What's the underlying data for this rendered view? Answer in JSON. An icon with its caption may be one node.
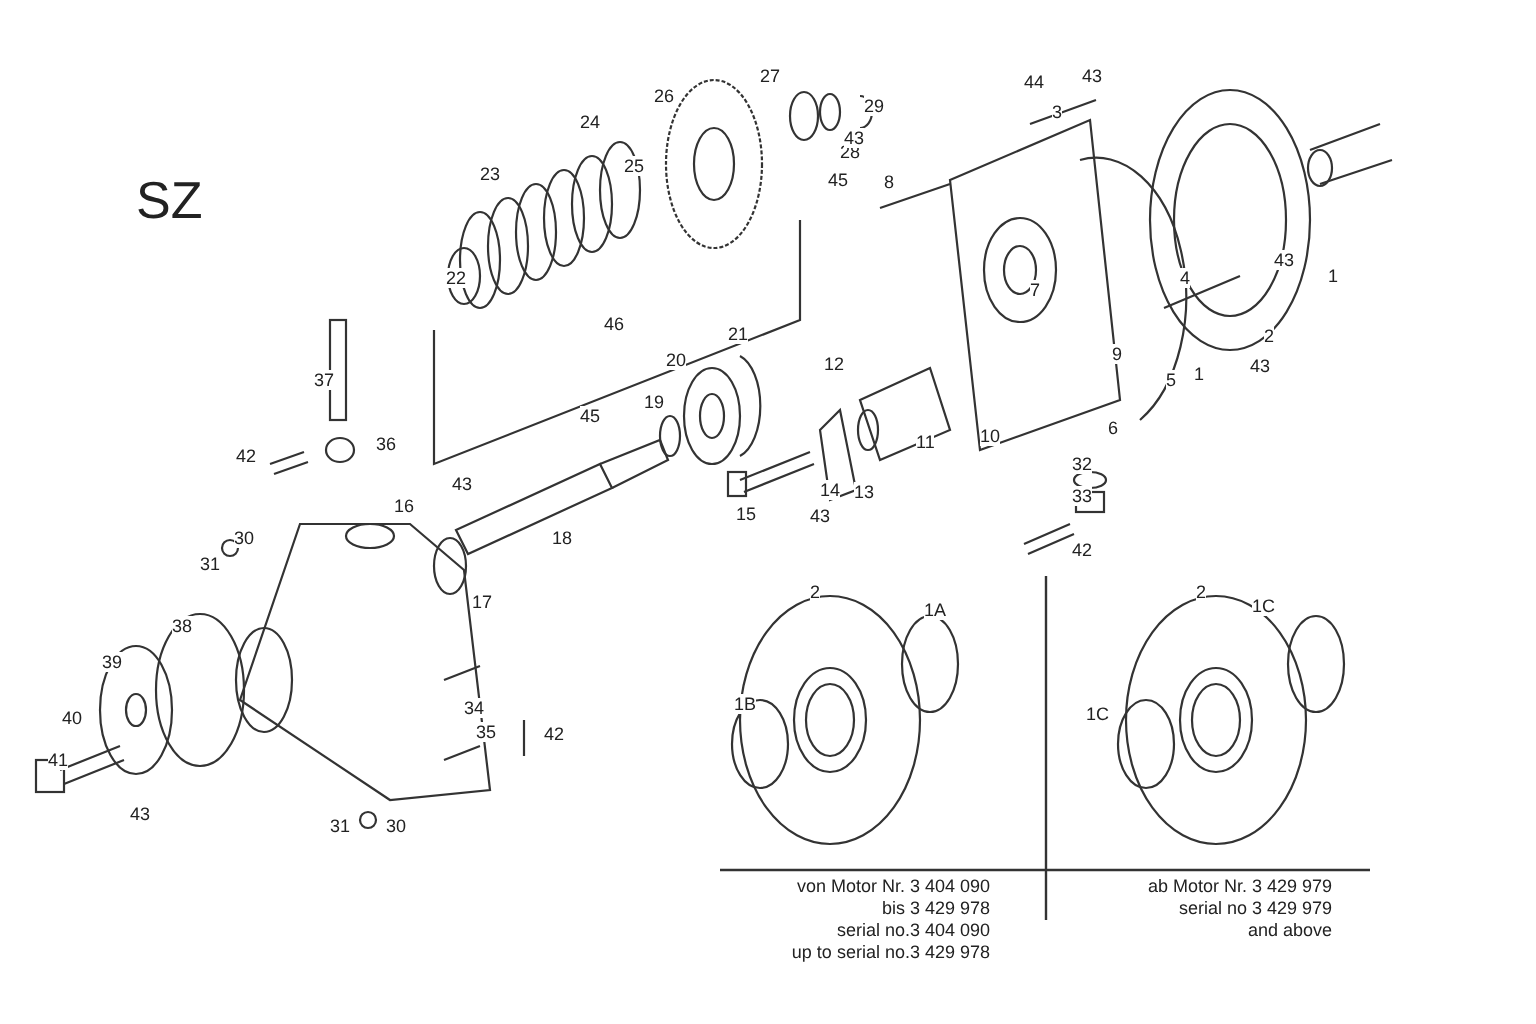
{
  "diagram": {
    "labels": [
      "SZ",
      "26",
      "27",
      "44",
      "43",
      "29",
      "24",
      "28",
      "3",
      "25",
      "43",
      "45",
      "23",
      "8",
      "22",
      "46",
      "4",
      "43",
      "1",
      "7",
      "21",
      "2",
      "37",
      "20",
      "12",
      "9",
      "43",
      "5",
      "1",
      "19",
      "45",
      "36",
      "42",
      "11",
      "10",
      "6",
      "43",
      "14",
      "13",
      "32",
      "16",
      "15",
      "43",
      "33",
      "30",
      "18",
      "31",
      "42",
      "17",
      "2",
      "1A",
      "2",
      "1C",
      "38",
      "39",
      "1B",
      "1C",
      "34",
      "35",
      "42",
      "40",
      "41",
      "43",
      "31",
      "30",
      "von Motor Nr. 3 404 090",
      "bis 3 429 978",
      "serial no.3 404 090",
      "up to serial no.3 429 978",
      "ab Motor Nr. 3 429 979",
      "serial no 3 429 979",
      "and above"
    ]
  }
}
